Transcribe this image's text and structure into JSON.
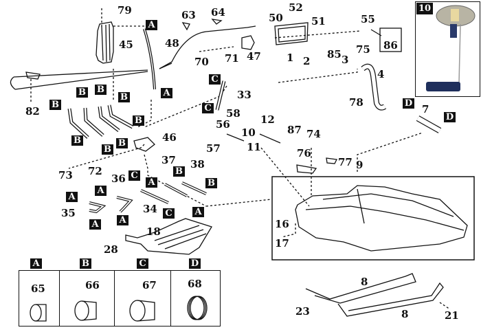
{
  "diagram": {
    "title": "Fuel tank and fuel line parts diagram",
    "callouts": [
      {
        "id": "79",
        "label": "79"
      },
      {
        "id": "45",
        "label": "45"
      },
      {
        "id": "82",
        "label": "82"
      },
      {
        "id": "63",
        "label": "63"
      },
      {
        "id": "64",
        "label": "64"
      },
      {
        "id": "48",
        "label": "48"
      },
      {
        "id": "70",
        "label": "70"
      },
      {
        "id": "71",
        "label": "71"
      },
      {
        "id": "47",
        "label": "47"
      },
      {
        "id": "50",
        "label": "50"
      },
      {
        "id": "52",
        "label": "52"
      },
      {
        "id": "51",
        "label": "51"
      },
      {
        "id": "1",
        "label": "1"
      },
      {
        "id": "2",
        "label": "2"
      },
      {
        "id": "85",
        "label": "85"
      },
      {
        "id": "55",
        "label": "55"
      },
      {
        "id": "86",
        "label": "86"
      },
      {
        "id": "75",
        "label": "75"
      },
      {
        "id": "3",
        "label": "3"
      },
      {
        "id": "4",
        "label": "4"
      },
      {
        "id": "78",
        "label": "78"
      },
      {
        "id": "33",
        "label": "33"
      },
      {
        "id": "58",
        "label": "58"
      },
      {
        "id": "56",
        "label": "56"
      },
      {
        "id": "12",
        "label": "12"
      },
      {
        "id": "10",
        "label": "10"
      },
      {
        "id": "87",
        "label": "87"
      },
      {
        "id": "74",
        "label": "74"
      },
      {
        "id": "57",
        "label": "57"
      },
      {
        "id": "11",
        "label": "11"
      },
      {
        "id": "76",
        "label": "76"
      },
      {
        "id": "77",
        "label": "77"
      },
      {
        "id": "7",
        "label": "7"
      },
      {
        "id": "9",
        "label": "9"
      },
      {
        "id": "46",
        "label": "46"
      },
      {
        "id": "73",
        "label": "73"
      },
      {
        "id": "72",
        "label": "72"
      },
      {
        "id": "36",
        "label": "36"
      },
      {
        "id": "37",
        "label": "37"
      },
      {
        "id": "38",
        "label": "38"
      },
      {
        "id": "34",
        "label": "34"
      },
      {
        "id": "35",
        "label": "35"
      },
      {
        "id": "18",
        "label": "18"
      },
      {
        "id": "28",
        "label": "28"
      },
      {
        "id": "16",
        "label": "16"
      },
      {
        "id": "17",
        "label": "17"
      },
      {
        "id": "8a",
        "label": "8"
      },
      {
        "id": "8b",
        "label": "8"
      },
      {
        "id": "23",
        "label": "23"
      },
      {
        "id": "21",
        "label": "21"
      }
    ],
    "clamp_badges": {
      "A": "A",
      "B": "B",
      "C": "C",
      "D": "D"
    },
    "photo_inset": {
      "label": "10",
      "description": "Fuel level sender unit"
    },
    "clamp_legend": [
      {
        "badge": "A",
        "part": "65"
      },
      {
        "badge": "B",
        "part": "66"
      },
      {
        "badge": "C",
        "part": "67"
      },
      {
        "badge": "D",
        "part": "68"
      }
    ],
    "colors": {
      "ink": "#111111",
      "float": "#1f2f5c",
      "plate": "#b8b4a4"
    }
  }
}
